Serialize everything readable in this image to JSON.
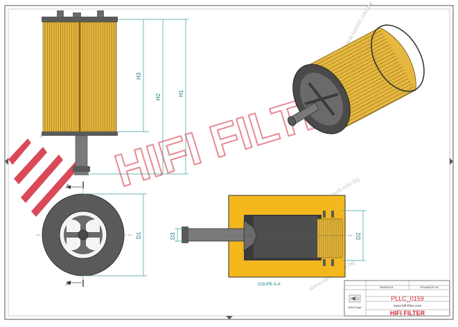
{
  "drawing": {
    "dimensions": {
      "h1": "H1",
      "h2": "H2",
      "h3": "H3",
      "d1": "D1",
      "d2": "D2",
      "d3": "D3",
      "section_mark_a": "A"
    },
    "section_caption": "COUPE A-A",
    "watermark": {
      "brand": "HIFI FILTER",
      "site": "www.satelit-niki.bg"
    }
  },
  "title_block": {
    "part_number": "PLLC_0159",
    "website": "www.hifi-filter.com",
    "brand": "HIFI FILTER",
    "brand_line": "Solid Edge",
    "date_code": "06/06/2011",
    "ref_code": "PDA/60/2P-HC"
  },
  "colors": {
    "filter_media": "#e6b840",
    "pleat_lines": "#8a6a10",
    "section_body": "#f2b81e",
    "dark_grey": "#4a4a4a",
    "mid_grey": "#7a7a7a",
    "dimension": "#3a9a9a",
    "watermark_red": "#d42a3a"
  }
}
